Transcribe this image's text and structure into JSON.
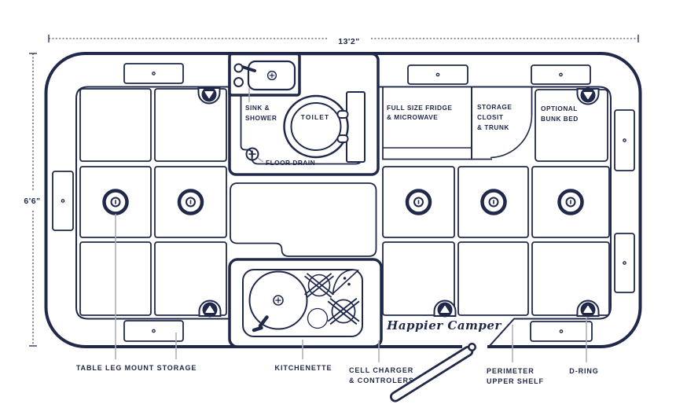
{
  "colors": {
    "line": "#20294a",
    "leader": "#a9adb5",
    "background": "#ffffff"
  },
  "dimensions": {
    "width": "13'2\"",
    "height": "6'6\""
  },
  "logo": "Happier Camper",
  "rooms": {
    "sink_shower": {
      "line1": "SINK &",
      "line2": "SHOWER"
    },
    "toilet": "TOILET",
    "floor_drain": "FLOOR DRAIN",
    "fridge": {
      "line1": "FULL SIZE FRIDGE",
      "line2": "& MICROWAVE"
    },
    "closet": {
      "line1": "STORAGE",
      "line2": "CLOSIT",
      "line3": "& TRUNK"
    },
    "bunk": {
      "line1": "OPTIONAL",
      "line2": "BUNK BED"
    }
  },
  "callouts": {
    "table_leg_mount": "TABLE LEG MOUNT",
    "storage": "STORAGE",
    "kitchenette": "KITCHENETTE",
    "cell_charger": {
      "line1": "CELL CHARGER",
      "line2": "& CONTROLERS"
    },
    "perimeter_shelf": {
      "line1": "PERIMETER",
      "line2": "UPPER SHELF"
    },
    "d_ring": "D-RING"
  }
}
